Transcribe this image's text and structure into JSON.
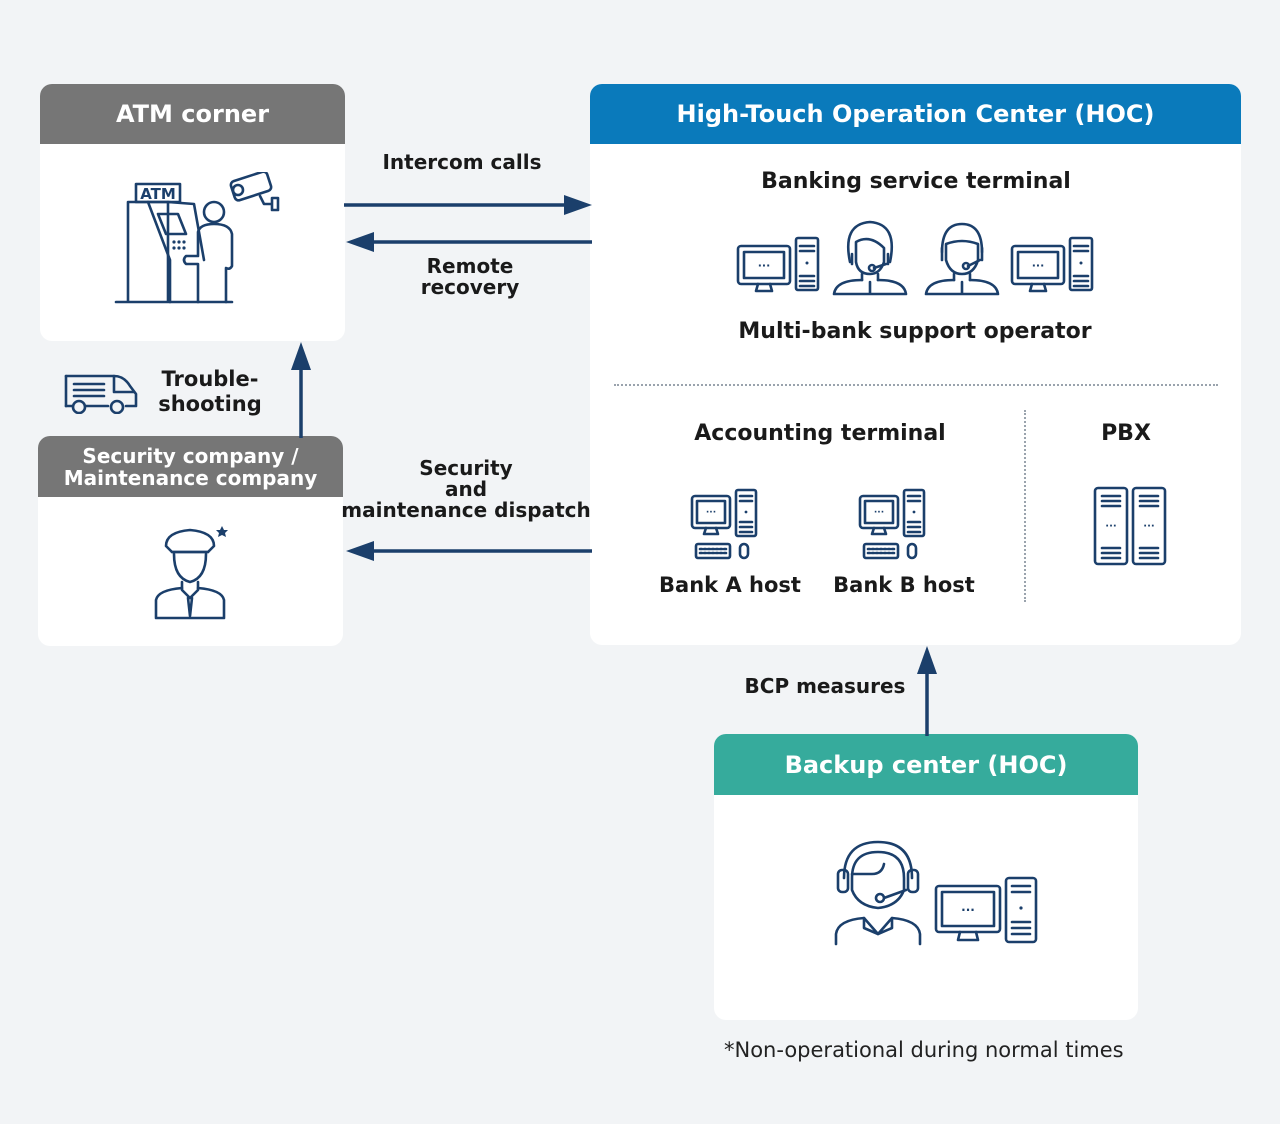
{
  "atm_corner": {
    "title": "ATM corner",
    "icon": "atm-with-user-and-camera-icon",
    "atm_sign": "ATM"
  },
  "security_company": {
    "title_line1": "Security company /",
    "title_line2": "Maintenance company",
    "icon": "security-guard-icon"
  },
  "hoc": {
    "title": "High-Touch Operation Center (HOC)",
    "banking_terminal_label": "Banking service terminal",
    "operator_label": "Multi-bank support operator",
    "accounting_terminal_label": "Accounting terminal",
    "hosts": [
      {
        "label": "Bank A host",
        "icon": "desktop-computer-icon"
      },
      {
        "label": "Bank B host",
        "icon": "desktop-computer-icon"
      }
    ],
    "pbx_label": "PBX",
    "pbx_icon": "server-rack-icon"
  },
  "backup": {
    "title": "Backup center (HOC)",
    "icon": "operator-with-computer-icon",
    "note": "*Non-operational during normal times"
  },
  "flows": {
    "intercom": "Intercom calls",
    "remote_line1": "Remote",
    "remote_line2": "recovery",
    "troubleshooting_line1": "Trouble-",
    "troubleshooting_line2": "shooting",
    "dispatch_line1": "Security",
    "dispatch_line2": "and",
    "dispatch_line3": "maintenance dispatch",
    "bcp": "BCP measures"
  },
  "colors": {
    "atm_header": "#767676",
    "hoc_header": "#0a7abb",
    "backup_header": "#36ab9c",
    "arrow": "#1b3f6b",
    "background": "#f2f4f6"
  }
}
